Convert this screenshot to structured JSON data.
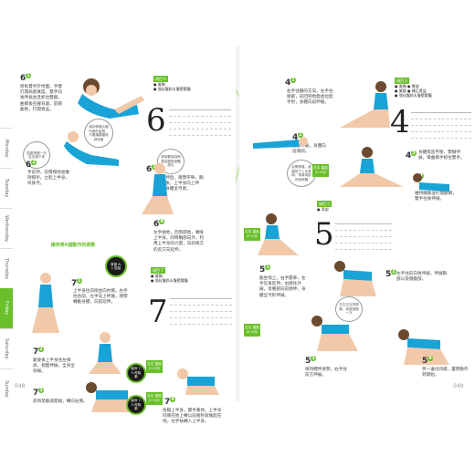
{
  "tabs": [
    "Monday",
    "Tuesday",
    "Wednesday",
    "Thursday",
    "Friday",
    "Saturday",
    "Sunday"
  ],
  "active_tab": "Friday",
  "page_left": "048",
  "page_right": "049",
  "left": {
    "step6_1": {
      "num": "6",
      "sub": "1",
      "text": "俯臥雙手於地面，手臂打開肩膀寬度，雙手向後伸長並且抓住雙腳，曲膝後在腳背處，前膝跪地，打開骨盆。"
    },
    "step6_2": {
      "num": "6",
      "sub": "2",
      "text": "手前伸，前臂撐地並維持撐手，立起上半身，背後弓。"
    },
    "step6_3": {
      "num": "6",
      "sub": "3",
      "text": "手臂伸直，兩臂平舉，胸部向後，上半身向上伸展，身體呈弓狀。"
    },
    "step6_4": {
      "num": "6",
      "sub": "4",
      "text": "左手拍地，回到開始，轉身上半身，同時胸部向外，利用上半身的力量，向斜後方的反方向延伸。"
    },
    "green_label6": "維持第6個動作的姿勢",
    "big6": "6",
    "box6": {
      "tag": "項目 6",
      "b1": "● 美胸",
      "b2": "● 強化腹斜＆腹壁腰腹"
    },
    "bubble1": "保持伸展大腿內側的姿勢，不要讓膝蓋碰到地面",
    "bubble2": "換邊再做一次並支撐下來",
    "bubble3": "背部要保持伸直並腿與身體部位",
    "bubble_dark1": "背部 6-1 放鬆",
    "step7_1": {
      "num": "7",
      "sub": "1",
      "text": "上半身往前傾並向內側，右手往右前，左手向上伸展，順勢轉動身體，向前延伸。"
    },
    "step7_2": {
      "num": "7",
      "sub": "2",
      "text": "跪姿後上半身往左傾斜，側面伸展，全身呈斜線。"
    },
    "step7_3": {
      "num": "7",
      "sub": "3",
      "text": "從四足跪姿開始，轉向右側。"
    },
    "step7_4": {
      "num": "7",
      "sub": "4",
      "text": "抬腿上半身，雙手著地，上半身同側在地上轉以前幾秒就做起在地，左手扶轉入上半身。"
    },
    "big7": "7",
    "box7": {
      "tag": "項目 7",
      "b1": "● 美胸",
      "b2": "● 強化腹斜＆腹壁腰腹"
    },
    "badge1": "左右 重複 4～5次",
    "badge2": "左右 重複 4～5次",
    "dark2": "保持 7-5 呼吸數",
    "dark3": "保持 7-5 呼吸數"
  },
  "right": {
    "step4_1": {
      "num": "4",
      "sub": "1",
      "text": "右手往腳的方向，左手往頭部，前回到地面並拉起手肘，身體向前伸展。"
    },
    "step4_2": {
      "num": "4",
      "sub": "2",
      "text": "雙腳伸展，身體向前傾斜。"
    },
    "step4_3": {
      "num": "4",
      "sub": "3",
      "text": "身體挺直平衡，雙腳伸展，彎曲兩手抓住雙手。"
    },
    "step4_4": {
      "num": "4",
      "sub": "4",
      "text": "維持腳跟並打開腳跟，雙手往後伸展。"
    },
    "big4": "4",
    "box4": {
      "tag": "項目 4",
      "b1": "● 美胸 ● 臀部",
      "b2": "● 美腿 ● 矯正骨盆",
      "b3": "● 強化腹斜＆腹壁腰腹"
    },
    "bubble4": "反覆伸展，緩緩放下上半身時，再將背部向後伸展",
    "badge4": "左右 重複 4～5次",
    "step5_1": {
      "num": "5",
      "sub": "1",
      "text": "跪坐地上，右手握拳，左手在後延伸，右膝往外展，從腰部向前傾伸，身體呈弓形伸展。"
    },
    "step5_2": {
      "num": "5",
      "sub": "2",
      "text": "左手往前向後伸展，伸展胸部以及側腹部。"
    },
    "step5_3": {
      "num": "5",
      "sub": "3",
      "text": "保持體伸姿勢，右手往前方伸展。"
    },
    "step5_4": {
      "num": "5",
      "sub": "4",
      "text": "另一邊也同樣，還原動作到開始。"
    },
    "big5": "5",
    "box5": {
      "tag": "項目 5",
      "b1": "● 背部"
    },
    "bubble5": "左右交互的伸展，或背部做一次",
    "badge5a": "左右 重複 4～5次",
    "badge5b": "左右 重複 4～5次"
  },
  "colors": {
    "green": "#6abf2a",
    "cyan": "#19a3d6",
    "skin": "#f2c9a8"
  }
}
